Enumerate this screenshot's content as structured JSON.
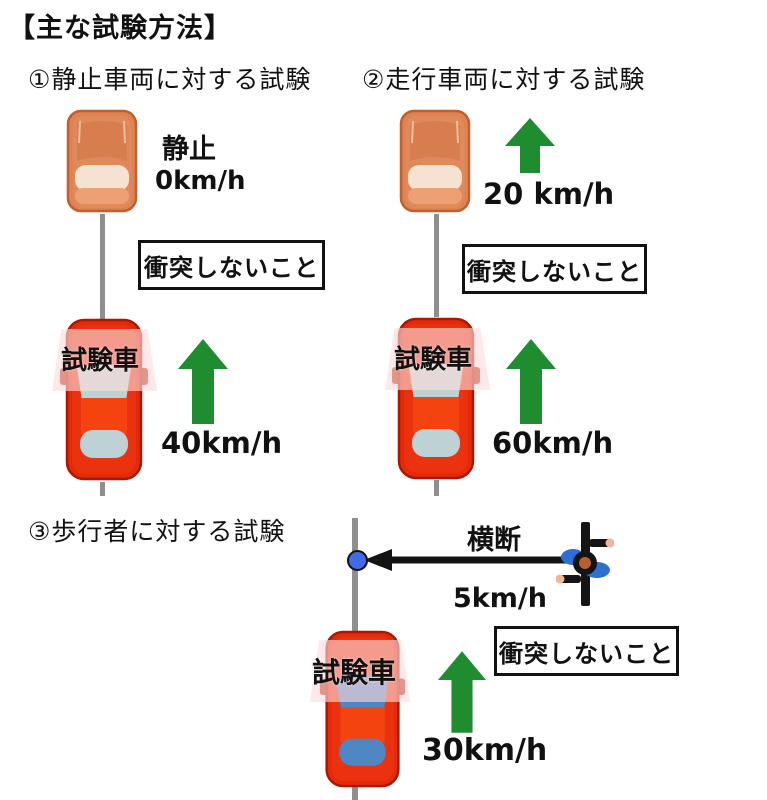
{
  "title": "【主な試験方法】",
  "scenario1": {
    "heading": "①静止車両に対する試験",
    "target_state": "静止",
    "target_speed": "0km/h",
    "requirement": "衝突しないこと",
    "test_car_label": "試験車",
    "test_car_speed": "40km/h"
  },
  "scenario2": {
    "heading": "②走行車両に対する試験",
    "target_speed": "20 km/h",
    "requirement": "衝突しないこと",
    "test_car_label": "試験車",
    "test_car_speed": "60km/h"
  },
  "scenario3": {
    "heading": "③歩行者に対する試験",
    "crossing_label": "横断",
    "pedestrian_speed": "5km/h",
    "requirement": "衝突しないこと",
    "test_car_label": "試験車",
    "test_car_speed": "30km/h"
  },
  "colors": {
    "arrow_green": "#1e8c2f",
    "target_car_orange": "#dd8355",
    "test_car_red": "#e5290b",
    "test_car_window_gray": "#bed1d5",
    "test_car_window_blue": "#4f87c4",
    "lane_line_gray": "#8f8f8f",
    "impact_dot_blue": "#3f6ce2",
    "pedestrian_blue": "#2e6fd2",
    "text_black": "#111111"
  }
}
